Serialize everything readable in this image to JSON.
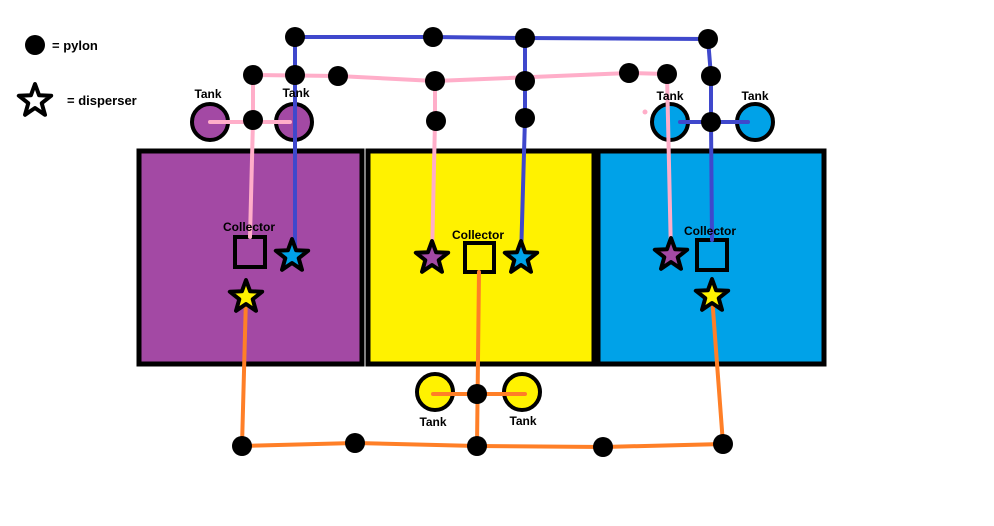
{
  "legend": {
    "pylon_label": "= pylon",
    "disperser_label": "= disperser"
  },
  "labels": {
    "tank": "Tank",
    "collector": "Collector"
  },
  "colors": {
    "purple": "#A349A4",
    "yellow": "#FFF200",
    "cyan": "#00A2E8",
    "blue_line": "#3F48CC",
    "pink_line": "#FFAEC9",
    "orange_line": "#FF7F27"
  }
}
